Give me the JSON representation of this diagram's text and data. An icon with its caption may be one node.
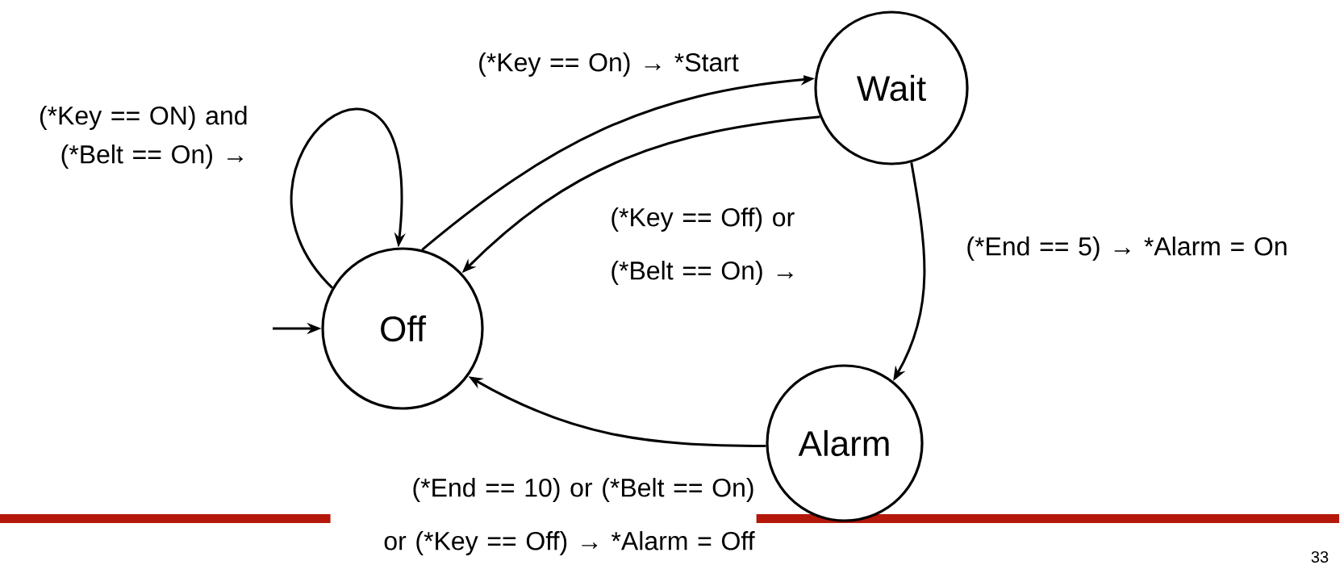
{
  "diagram": {
    "nodes": [
      {
        "text": [
          "Off"
        ]
      },
      {
        "text": [
          "Wait"
        ]
      },
      {
        "text": [
          "Alarm"
        ]
      }
    ],
    "edges": [
      {
        "from": null,
        "to": 0,
        "arrow": "to"
      },
      {
        "from": 0,
        "to": 0,
        "arrow": "to",
        "label": "(*Key == ON) and (*Belt == On) →"
      },
      {
        "from": 0,
        "to": 1,
        "arrow": "to",
        "label": "(*Key == On) → *Start"
      },
      {
        "from": 1,
        "to": 0,
        "arrow": "to",
        "label": "(*Key == Off) or (*Belt == On) →"
      },
      {
        "from": 1,
        "to": 2,
        "arrow": "to",
        "label": "(*End == 5) → *Alarm = On"
      },
      {
        "from": 2,
        "to": 0,
        "arrow": "to",
        "label": "(*End == 10) or (*Belt == On) or (*Key == Off) → *Alarm = Off"
      }
    ],
    "labels": [
      "33"
    ]
  }
}
